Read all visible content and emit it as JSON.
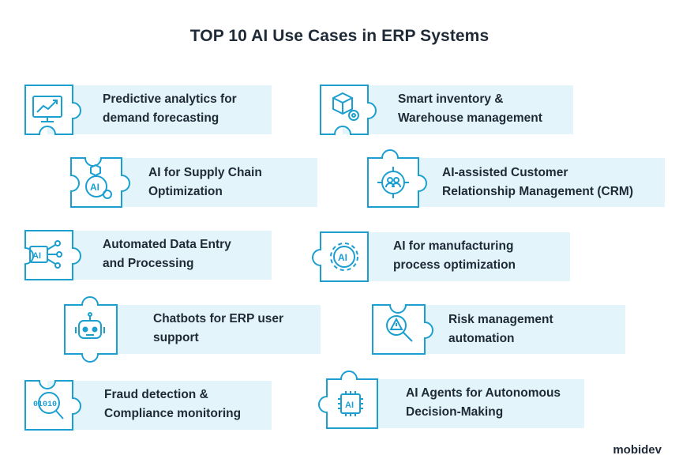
{
  "title": "TOP 10 AI Use Cases in ERP Systems",
  "logo": "mobidev",
  "cases": [
    {
      "line1": "Predictive analytics for",
      "line2": "demand forecasting",
      "icon": "chart-icon"
    },
    {
      "line1": "Smart inventory &",
      "line2": "Warehouse management",
      "icon": "box-gear-icon"
    },
    {
      "line1": "AI for Supply Chain",
      "line2": "Optimization",
      "icon": "ai-supply-icon"
    },
    {
      "line1": "AI-assisted Customer",
      "line2": "Relationship Management (CRM)",
      "icon": "target-people-icon"
    },
    {
      "line1": "Automated Data Entry",
      "line2": "and Processing",
      "icon": "ai-circuit-icon"
    },
    {
      "line1": "AI for manufacturing",
      "line2": "process optimization",
      "icon": "ai-gear-icon"
    },
    {
      "line1": "Chatbots for ERP user",
      "line2": "support",
      "icon": "robot-icon"
    },
    {
      "line1": "Risk management",
      "line2": "automation",
      "icon": "warning-magnifier-icon"
    },
    {
      "line1": "Fraud detection &",
      "line2": "Compliance monitoring",
      "icon": "binary-magnifier-icon"
    },
    {
      "line1": "AI Agents for Autonomous",
      "line2": "Decision-Making",
      "icon": "ai-chip-icon"
    }
  ],
  "colors": {
    "accent": "#1b9fd0",
    "band": "#e4f4fb",
    "text": "#1f2a37"
  }
}
